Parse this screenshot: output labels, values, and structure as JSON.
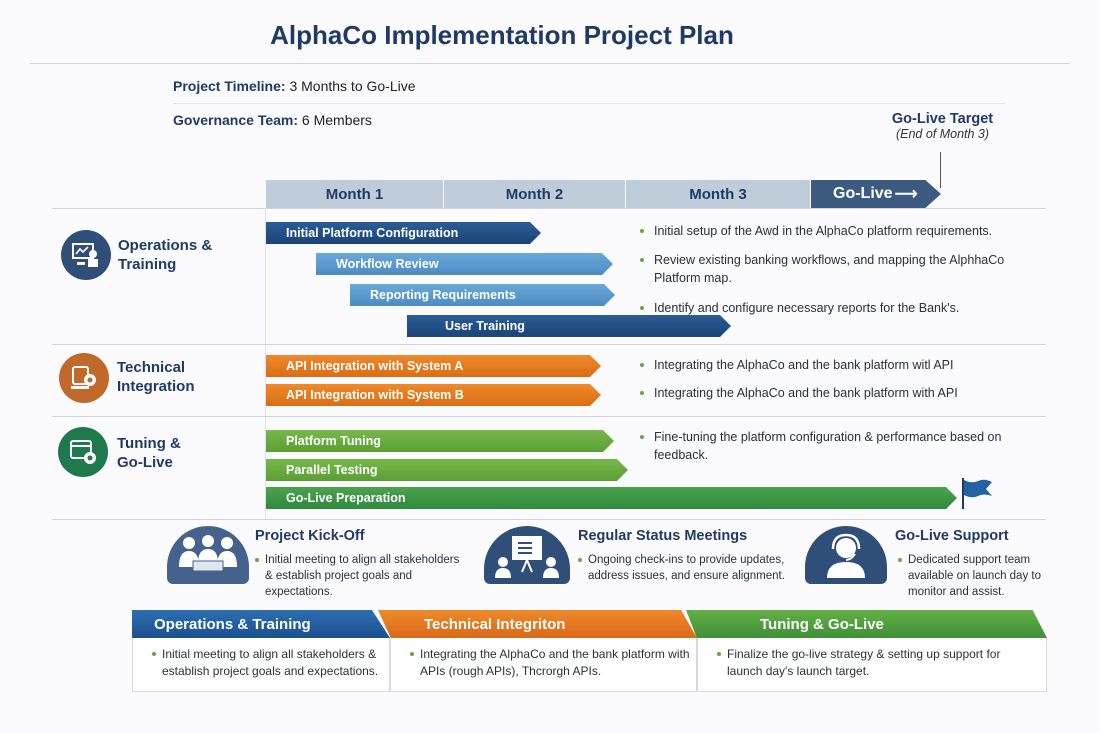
{
  "title": "AlphaCo Implementation Project Plan",
  "meta": {
    "timeline_label": "Project Timeline:",
    "timeline_value": "3 Months to Go-Live",
    "team_label": "Governance Team:",
    "team_value": "6 Members"
  },
  "target": {
    "title": "Go-Live Target",
    "subtitle": "(End of Month 3)"
  },
  "months": [
    "Month 1",
    "Month 2",
    "Month 3"
  ],
  "golive_header": "Go-Live",
  "sections": [
    {
      "name": "Operations & Training",
      "line1": "Operations &",
      "line2": "Training",
      "icon": "monitor-user-icon",
      "color": "#2f4f78",
      "tasks": [
        "Initial Platform Configuration",
        "Workflow Review",
        "Reporting Requirements",
        "User Training"
      ],
      "notes": [
        "Initial setup of the Awd in the AlphaCo platform requirements.",
        "Review existing banking workflows, and mapping the AlphhaCo Platform map.",
        "Identify and configure necessary reports for the Bank's."
      ]
    },
    {
      "name": "Technical Integration",
      "line1": "Technical",
      "line2": "Integration",
      "icon": "computer-gear-icon",
      "color": "#c0692a",
      "tasks": [
        "API Integration with System A",
        "API Integration with System B"
      ],
      "notes": [
        "Integrating the AlphaCo and the bank platform witl API",
        "Integrating the AlphaCo and the bank platform with API"
      ]
    },
    {
      "name": "Tuning & Go-Live",
      "line1": "Tuning &",
      "line2": "Go-Live",
      "icon": "window-gear-icon",
      "color": "#1e7a4c",
      "tasks": [
        "Platform Tuning",
        "Parallel Testing",
        "Go-Live Preparation"
      ],
      "notes": [
        "Fine-tuning the platform configuration & performance based on feedback."
      ]
    }
  ],
  "meetings": [
    {
      "title": "Project Kick-Off",
      "text": "Initial meeting to align all stakeholders & establish project goals and expectations.",
      "icon": "team-meeting-icon"
    },
    {
      "title": "Regular Status Meetings",
      "text": "Ongoing check-ins to provide updates, address issues, and ensure alignment.",
      "icon": "presentation-icon"
    },
    {
      "title": "Go-Live Support",
      "text": "Dedicated support team available on launch day to monitor and assist.",
      "icon": "headset-support-icon"
    }
  ],
  "phases": [
    {
      "title": "Operations & Training",
      "text": "Initial meeting to align all stakeholders & establish project goals and expectations.",
      "color": "#2462a4"
    },
    {
      "title": "Technical Integriton",
      "text": "Integrating the AlphaCo and the bank platform with APIs (rough APIs), Thcrorgh APIs.",
      "color": "#e0731f"
    },
    {
      "title": "Tuning & Go-Live",
      "text": "Finalize the go-live strategy & setting up support for launch day's launch target.",
      "color": "#4a9e3c"
    }
  ]
}
